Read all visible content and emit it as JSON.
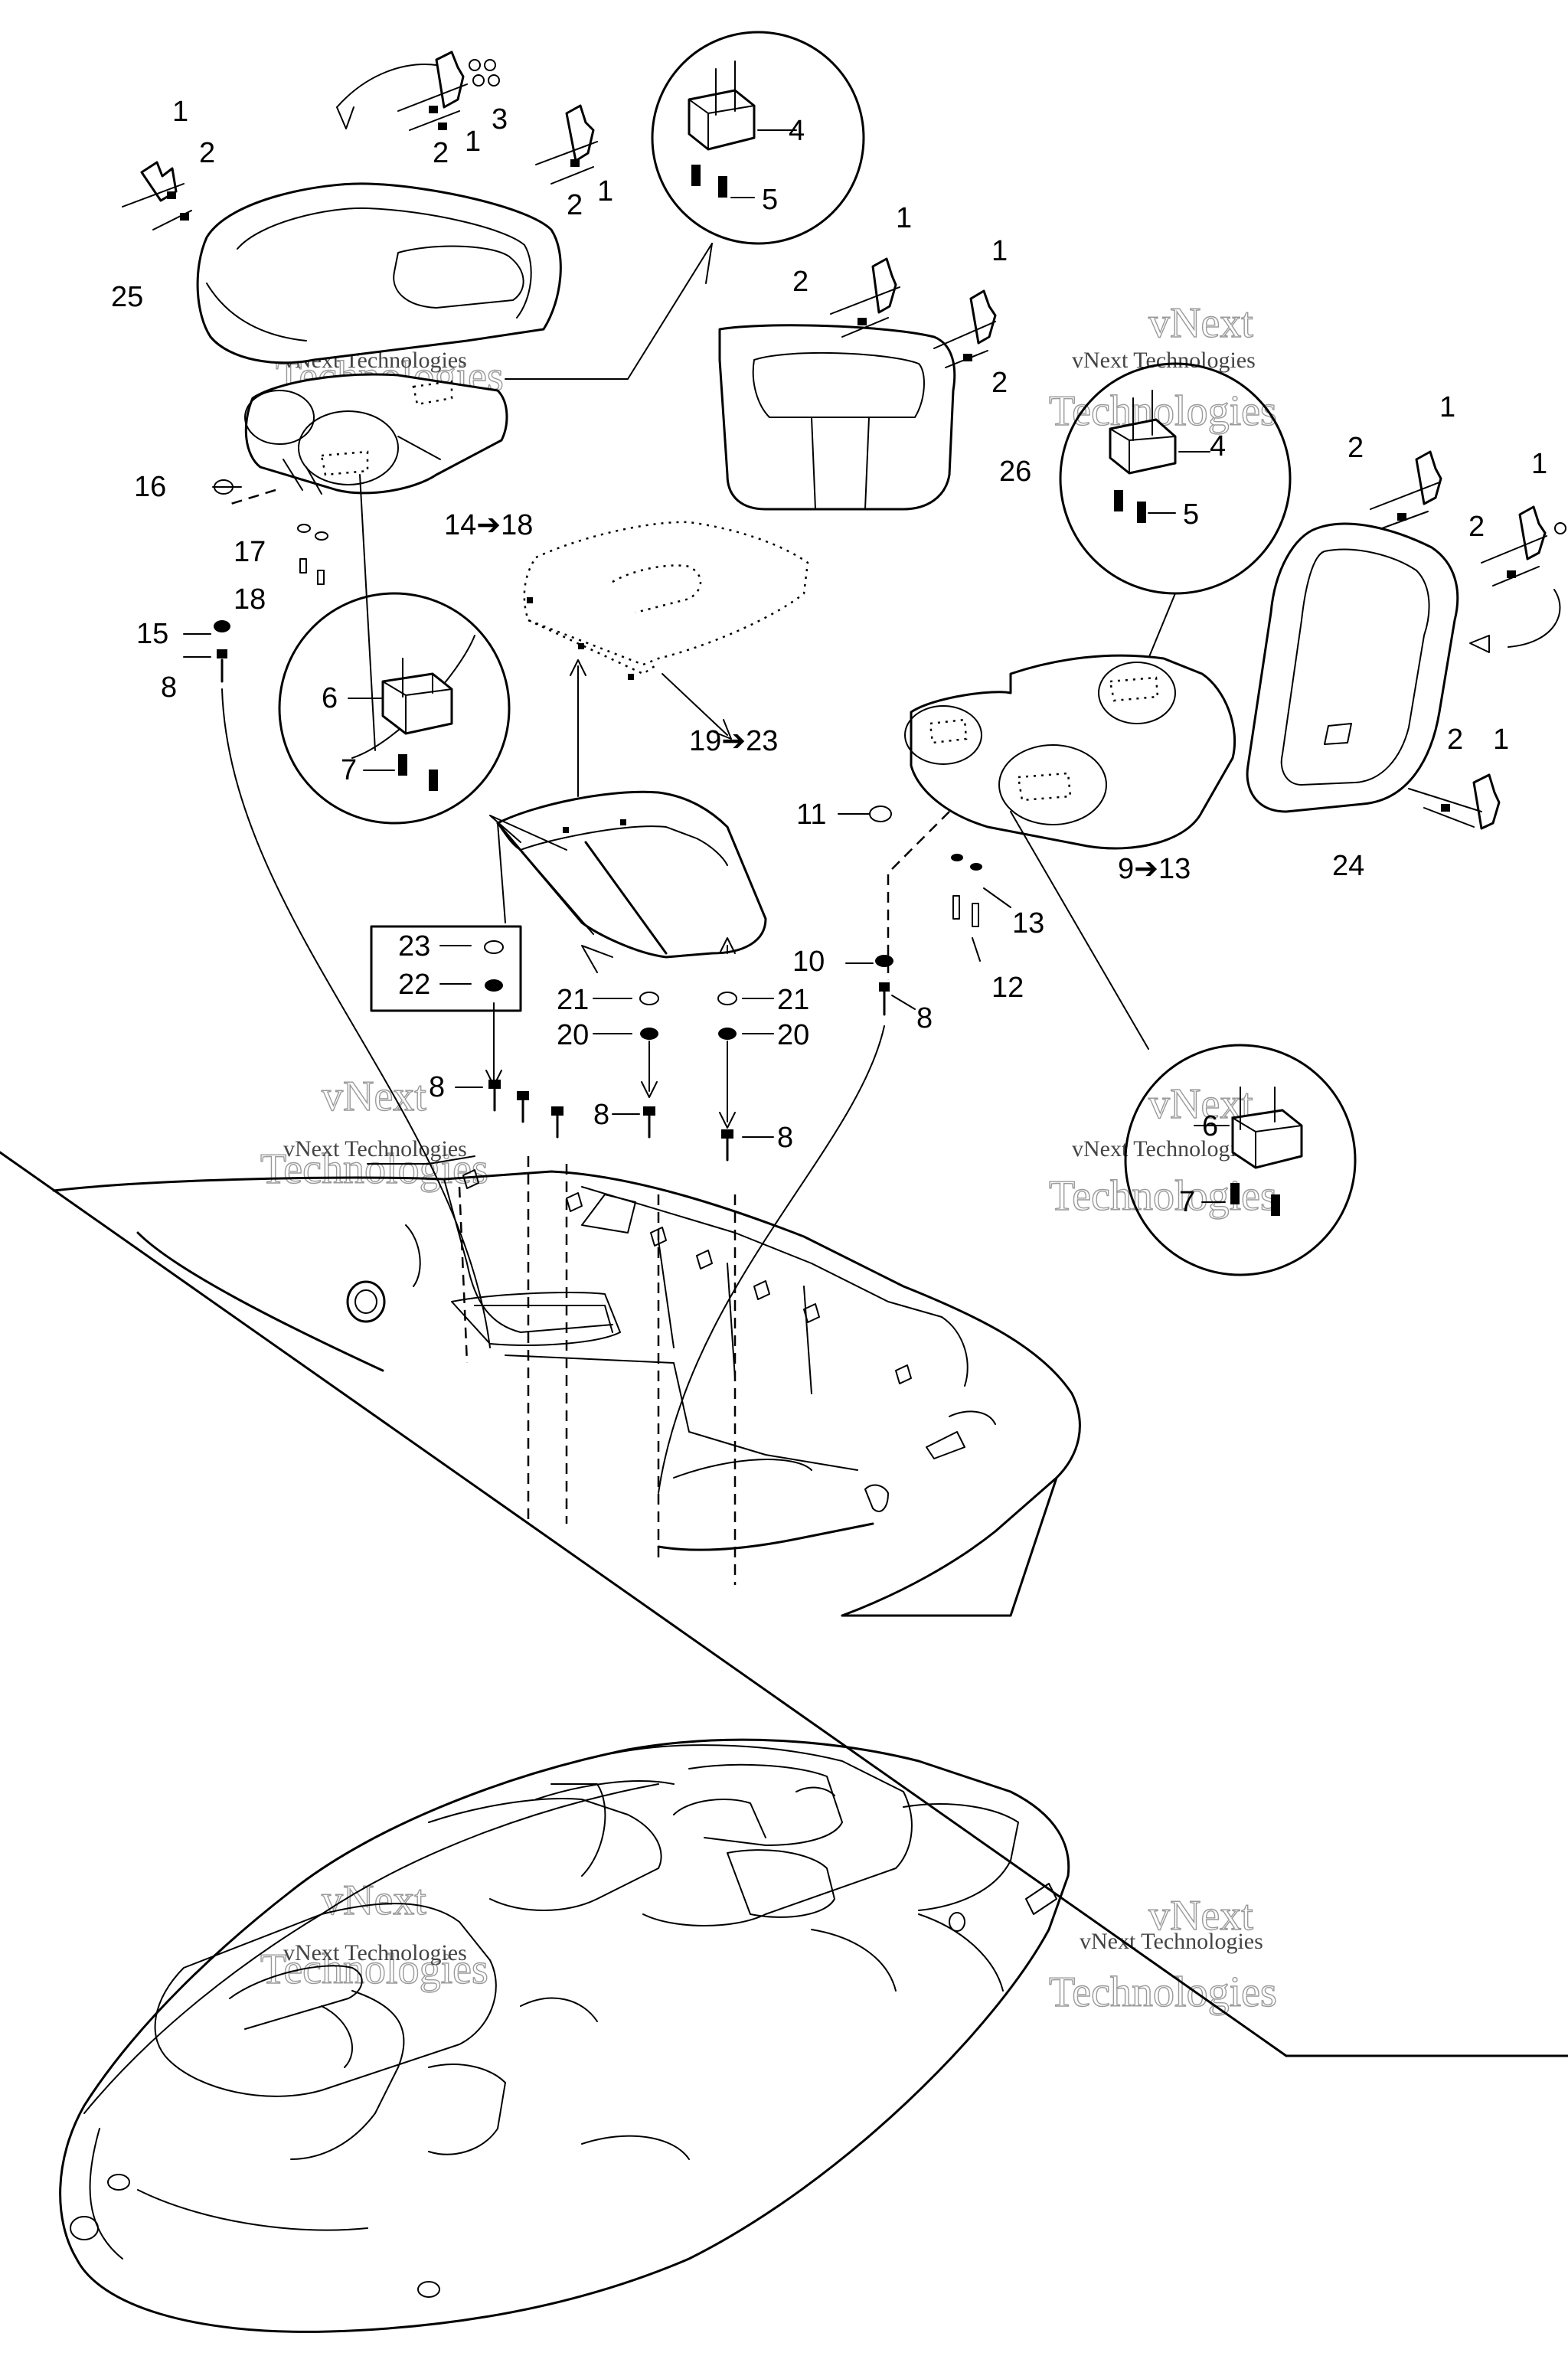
{
  "diagram": {
    "labels": {
      "l1a": "1",
      "l2a": "2",
      "l2b": "2",
      "l1b": "1",
      "l3": "3",
      "l2c": "2",
      "l1c": "1",
      "l4a": "4",
      "l5a": "5",
      "l25": "25",
      "l1d": "1",
      "l2d": "2",
      "l1e": "1",
      "l2e": "2",
      "l26": "26",
      "l4b": "4",
      "l5b": "5",
      "l1f": "1",
      "l2f": "2",
      "l1g": "1",
      "l2g": "2",
      "l16": "16",
      "l14_18": "14➔18",
      "l17": "17",
      "l18": "18",
      "l15": "15",
      "l8a": "8",
      "l6a": "6",
      "l7a": "7",
      "l19_23": "19➔23",
      "l11": "11",
      "l9_13": "9➔13",
      "l13": "13",
      "l12": "12",
      "l10": "10",
      "l8b": "8",
      "l24": "24",
      "l2h": "2",
      "l1h": "1",
      "l23": "23",
      "l22": "22",
      "l21a": "21",
      "l21b": "21",
      "l20a": "20",
      "l20b": "20",
      "l8c": "8",
      "l8d": "8",
      "l8e": "8",
      "l6b": "6",
      "l7b": "7"
    },
    "watermark": {
      "line1": "vNext",
      "line2": "Technologies",
      "caption": "vNext Technologies"
    }
  }
}
